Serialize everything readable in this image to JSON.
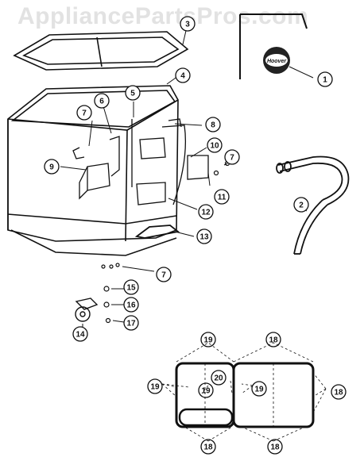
{
  "watermark": "AppliancePartsPros.com",
  "brand_logo": "Hoover",
  "callouts": [
    "1",
    "2",
    "3",
    "4",
    "5",
    "6",
    "7",
    "7",
    "7",
    "8",
    "9",
    "10",
    "11",
    "12",
    "13",
    "14",
    "15",
    "16",
    "17"
  ],
  "detail_callouts": [
    "19",
    "18",
    "19",
    "20",
    "19",
    "19",
    "18",
    "18",
    "18"
  ]
}
